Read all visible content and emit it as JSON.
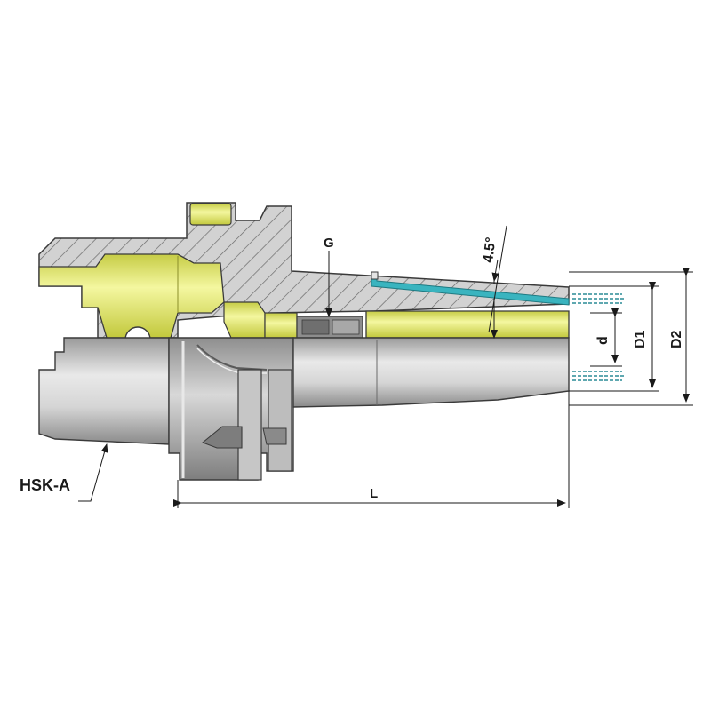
{
  "labels": {
    "holder_type": "HSK-A",
    "thread": "G",
    "taper_angle": "4.5°",
    "bore": "d",
    "diameter_1": "D1",
    "diameter_2": "D2",
    "length": "L"
  },
  "colors": {
    "metal_light": "#e4e4e4",
    "metal_mid": "#b9b9b9",
    "metal_dark": "#8c8c8c",
    "section_fill": "#d2d2d2",
    "hatch": "#6a6a6a",
    "outline": "#3a3a3a",
    "brass": "#eaf07a",
    "brass_dark": "#bfc43a",
    "coolant": "#3ab4bf",
    "dim_line": "#1a1a1a"
  }
}
